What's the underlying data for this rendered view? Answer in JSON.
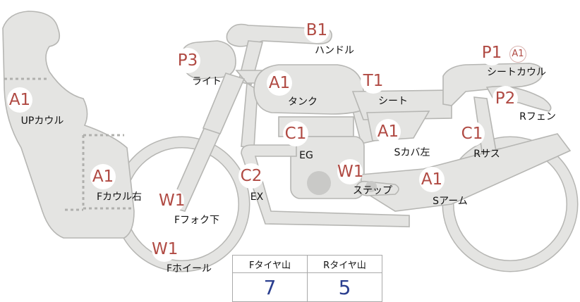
{
  "parts": [
    {
      "id": "upcowl",
      "code": "A1",
      "label": "UPカウル"
    },
    {
      "id": "fcowl",
      "code": "A1",
      "label": "Fカウル右"
    },
    {
      "id": "ffork",
      "code": "W1",
      "label": "Fフォク下"
    },
    {
      "id": "fwheel",
      "code": "W1",
      "label": "Fホイール"
    },
    {
      "id": "light",
      "code": "P3",
      "label": "ライト"
    },
    {
      "id": "handle",
      "code": "B1",
      "label": "ハンドル"
    },
    {
      "id": "tank",
      "code": "A1",
      "label": "タンク"
    },
    {
      "id": "seat",
      "code": "T1",
      "label": "シート"
    },
    {
      "id": "seatcowl",
      "code": "P1",
      "code2": "A1",
      "label": "シートカウル"
    },
    {
      "id": "rfender",
      "code": "P2",
      "label": "Rフェン"
    },
    {
      "id": "engine",
      "code": "C1",
      "label": "EG"
    },
    {
      "id": "scover",
      "code": "A1",
      "label": "Sカバ左"
    },
    {
      "id": "rsus",
      "code": "C1",
      "label": "Rサス"
    },
    {
      "id": "exhaust",
      "code": "C2",
      "label": "EX"
    },
    {
      "id": "step",
      "code": "W1",
      "label": "ステップ"
    },
    {
      "id": "sarm",
      "code": "A1",
      "label": "Sアーム"
    }
  ],
  "tire": {
    "front_label": "Fタイヤ山",
    "rear_label": "Rタイヤ山",
    "front_value": "7",
    "rear_value": "5"
  },
  "colors": {
    "badge_text": "#b04a43",
    "part_fill": "#e4e4e2",
    "part_stroke": "#b6b6b3",
    "tire_value": "#2b3f8f"
  }
}
